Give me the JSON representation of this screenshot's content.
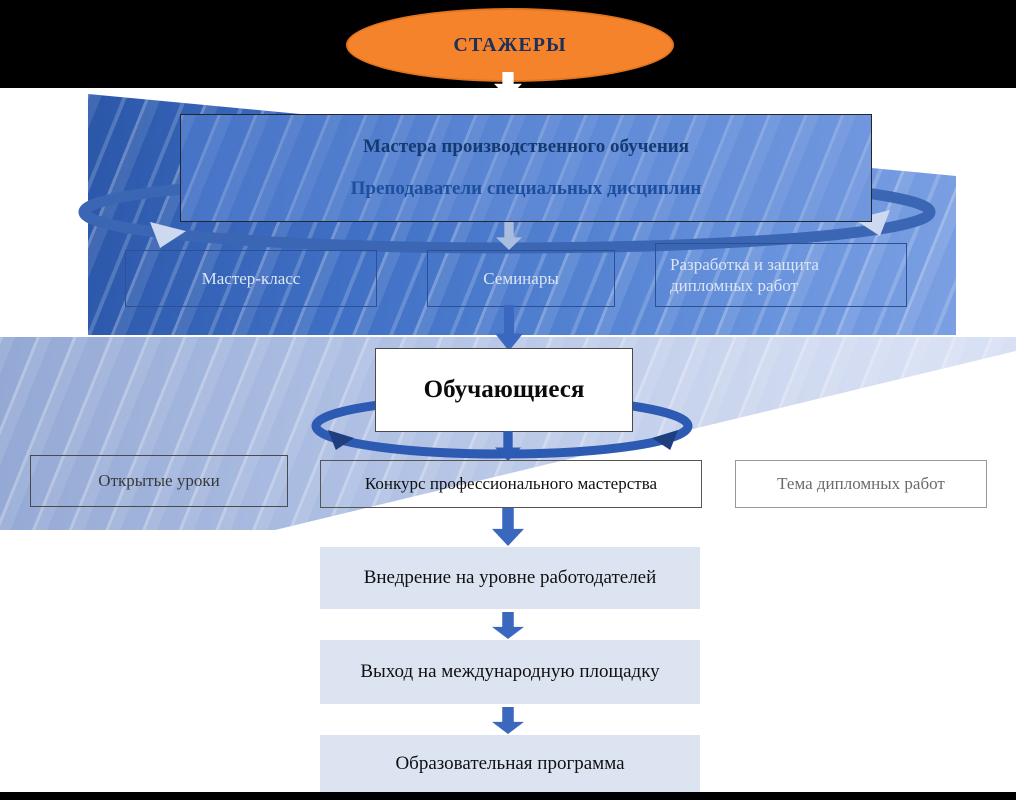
{
  "slide": {
    "trainees": "СТАЖЕРЫ",
    "mentors": {
      "line1": "Мастера производственного обучения",
      "line2": "Преподаватели специальных дисциплин"
    },
    "mentor_activities": {
      "master_class": "Мастер-класс",
      "seminars": "Семинары",
      "diploma_development": "Разработка и защита дипломных работ"
    },
    "students": "Обучающиеся",
    "student_activities": {
      "open_lessons": "Открытые уроки",
      "skill_contest": "Конкурс профессионального мастерства",
      "diploma_topics": "Тема дипломных работ"
    },
    "steps": {
      "employers": "Внедрение на уровне работодателей",
      "international": "Выход на международную площадку",
      "program": "Образовательная программа"
    },
    "colors": {
      "background": "#000000",
      "trainees_fill": "#f5832c",
      "swoosh_blue": "#3f6fc4",
      "band_blue": "#b4c3e5",
      "flow_arrow": "#3a68bf",
      "title_text_dark": "#143a70",
      "title_text_blue": "#1d4f9e",
      "step_fill": "#dce4f2"
    }
  }
}
